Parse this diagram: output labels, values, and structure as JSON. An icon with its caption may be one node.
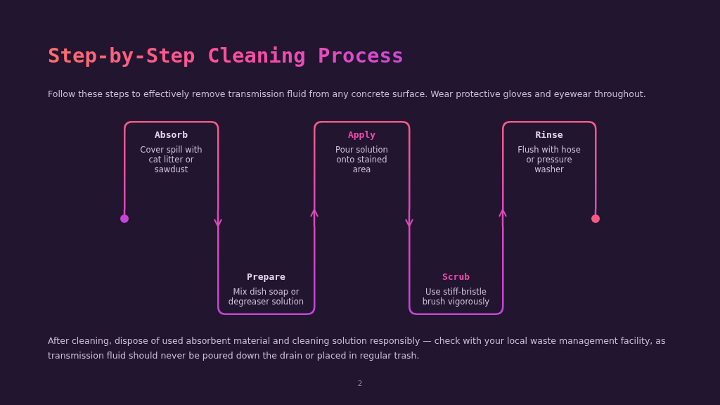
{
  "diagram": {
    "title": "Step-by-Step Cleaning Process",
    "nodes": [
      {
        "text": [],
        "shape": "circle"
      },
      {
        "text": [
          "Absorb",
          "Cover spill with cat litter or sawdust"
        ]
      },
      {
        "text": [
          "Prepare",
          "Mix dish soap or degreaser solution"
        ]
      },
      {
        "text": [
          "Apply",
          "Pour solution onto stained area"
        ]
      },
      {
        "text": [
          "Scrub",
          "Use stiff-bristle brush vigorously"
        ]
      },
      {
        "text": [
          "Rinse",
          "Flush with hose or pressure washer"
        ]
      },
      {
        "text": [],
        "shape": "circle"
      }
    ],
    "edges": [
      {
        "from": 0,
        "to": 1,
        "arrow": "none"
      },
      {
        "from": 1,
        "to": 2,
        "arrow": "to"
      },
      {
        "from": 2,
        "to": 3,
        "arrow": "to"
      },
      {
        "from": 3,
        "to": 4,
        "arrow": "to"
      },
      {
        "from": 4,
        "to": 5,
        "arrow": "to"
      },
      {
        "from": 5,
        "to": 6,
        "arrow": "none"
      }
    ],
    "labels": [
      "Follow these steps to effectively remove transmission fluid from any concrete surface. Wear protective gloves and eyewear throughout.",
      "After cleaning, dispose of used absorbent material and cleaning solution responsibly — check with your local waste management facility, as transmission fluid should never be poured down the drain or placed in regular trash.",
      "2"
    ]
  }
}
